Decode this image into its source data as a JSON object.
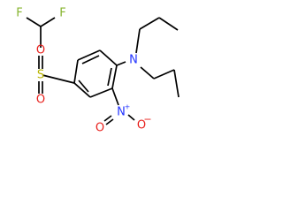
{
  "atoms": {
    "f1": "F",
    "f2": "F",
    "s": "S",
    "o_sulfonyl_top": "O",
    "o_sulfonyl_bottom": "O",
    "n_amine": "N",
    "n_nitro": "N",
    "nitro_charge_plus": "+",
    "o_nitro_double": "O",
    "o_nitro_single": "O",
    "nitro_charge_minus": "−"
  },
  "colors": {
    "fluorine": "#86b42e",
    "sulfur": "#b8b400",
    "oxygen": "#e8201c",
    "nitrogen": "#2233ff",
    "bond": "#000000"
  }
}
